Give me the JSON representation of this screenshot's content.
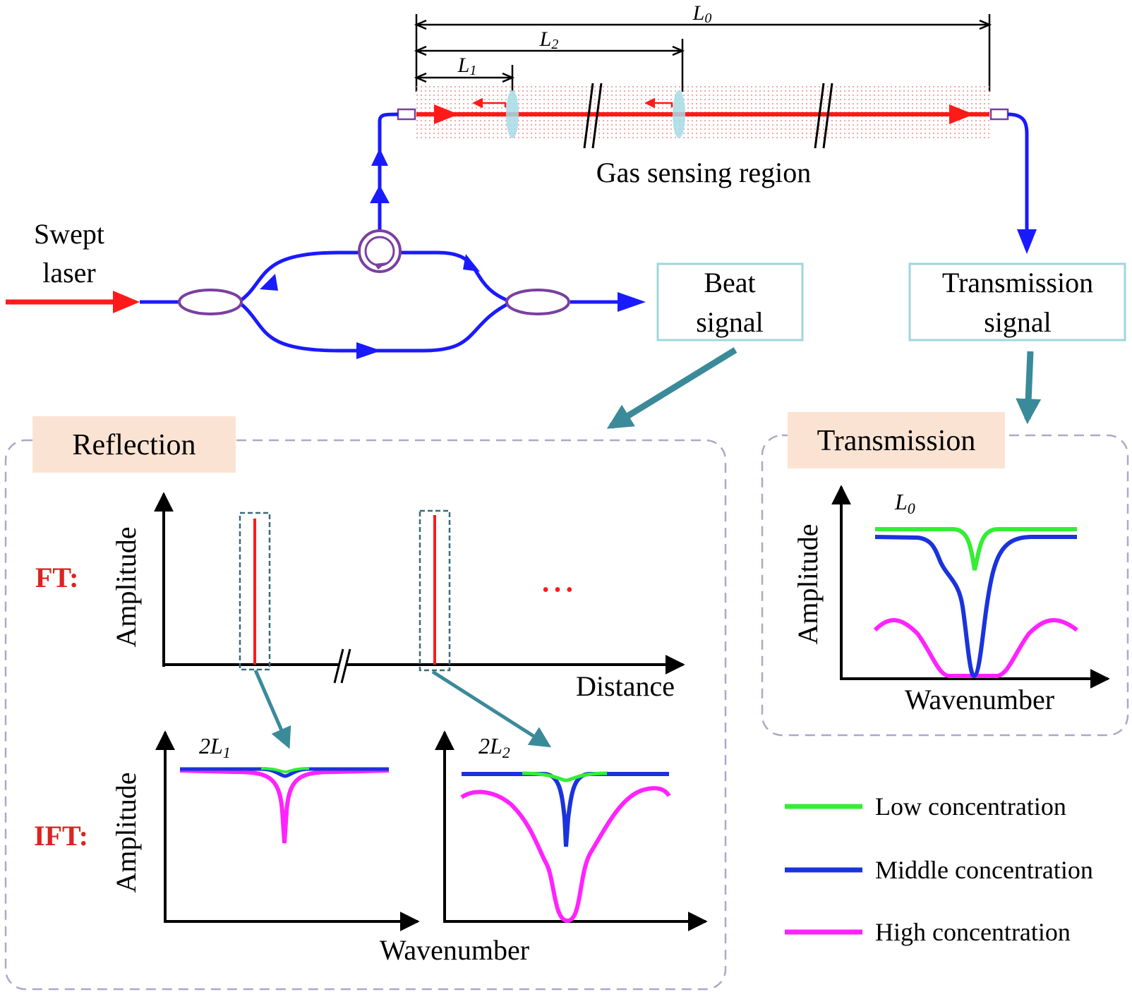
{
  "labels": {
    "swept_line1": "Swept",
    "swept_line2": "laser",
    "gas_region": "Gas sensing region",
    "beat_line1": "Beat",
    "beat_line2": "signal",
    "trans_line1": "Transmission",
    "trans_line2": "signal",
    "L0": "L",
    "L0_sub": "0",
    "L1": "L",
    "L1_sub": "1",
    "L2": "L",
    "L2_sub": "2"
  },
  "reflection": {
    "title": "Reflection",
    "ft_label": "FT:",
    "ift_label": "IFT:",
    "ft_ylabel": "Amplitude",
    "ft_xlabel": "Distance",
    "ellipsis": "• • •",
    "ift_ylabel": "Amplitude",
    "ift_xlabel": "Wavenumber",
    "plot1_label": "2L",
    "plot1_sub": "1",
    "plot2_label": "2L",
    "plot2_sub": "2"
  },
  "transmission": {
    "title": "Transmission",
    "ylabel": "Amplitude",
    "xlabel": "Wavenumber",
    "curve_label": "L",
    "curve_sub": "0"
  },
  "legend": {
    "low": "Low concentration",
    "middle": "Middle concentration",
    "high": "High concentration"
  },
  "colors": {
    "laser_red": "#ff1a1a",
    "fiber_blue": "#1a1aff",
    "coupler_purple": "#7b3fa0",
    "teal_arrow": "#3a8a9a",
    "box_border": "#9fd6dc",
    "title_bg": "#fbe3d3",
    "low": "#33ee33",
    "middle": "#1a33dd",
    "high": "#ff22ff",
    "ft_label": "#dd2222"
  }
}
